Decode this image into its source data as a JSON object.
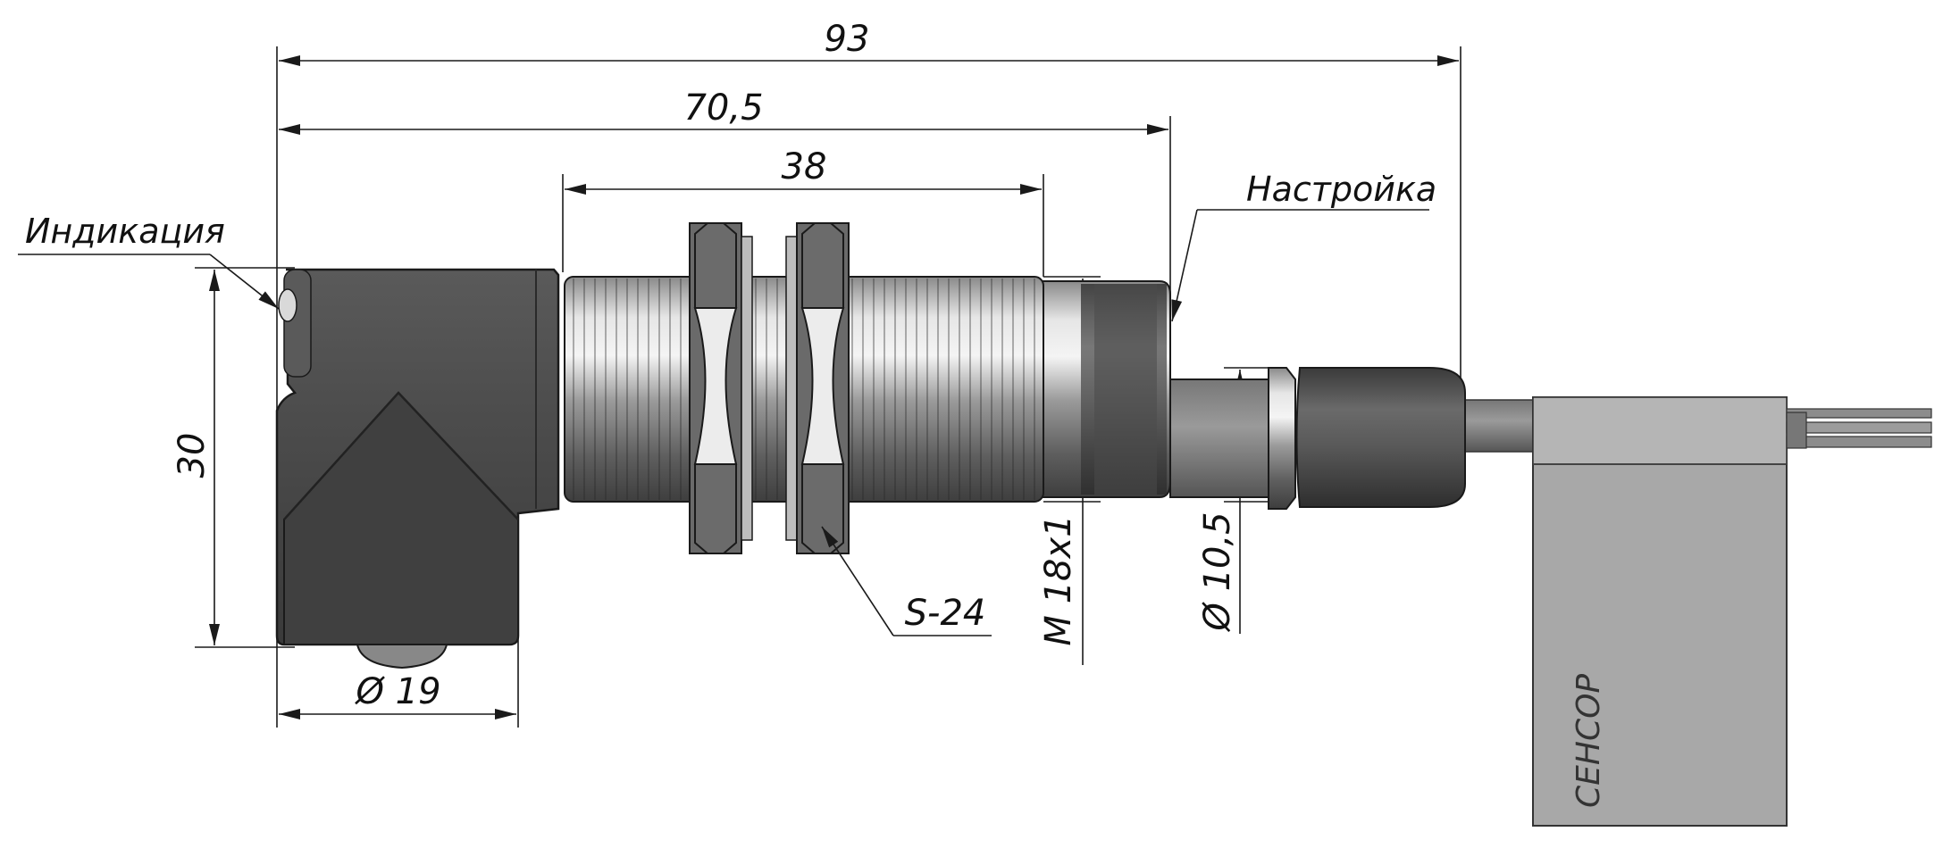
{
  "dimensions": {
    "overall_length": "93",
    "body_length": "70,5",
    "thread_length": "38",
    "height": "30",
    "housing_diameter": "Ø 19",
    "thread": "M 18x1",
    "cable_diameter": "Ø 10,5",
    "nut": "S-24"
  },
  "labels": {
    "indication": "Индикация",
    "adjustment": "Настройка"
  },
  "brand": "СЕНСОР",
  "colors": {
    "housing": "#4a4a4a",
    "metal_light": "#d9d9d9",
    "metal_dark": "#6e6e6e",
    "tag": "#a9a9a9",
    "line": "#1a1a1a"
  }
}
